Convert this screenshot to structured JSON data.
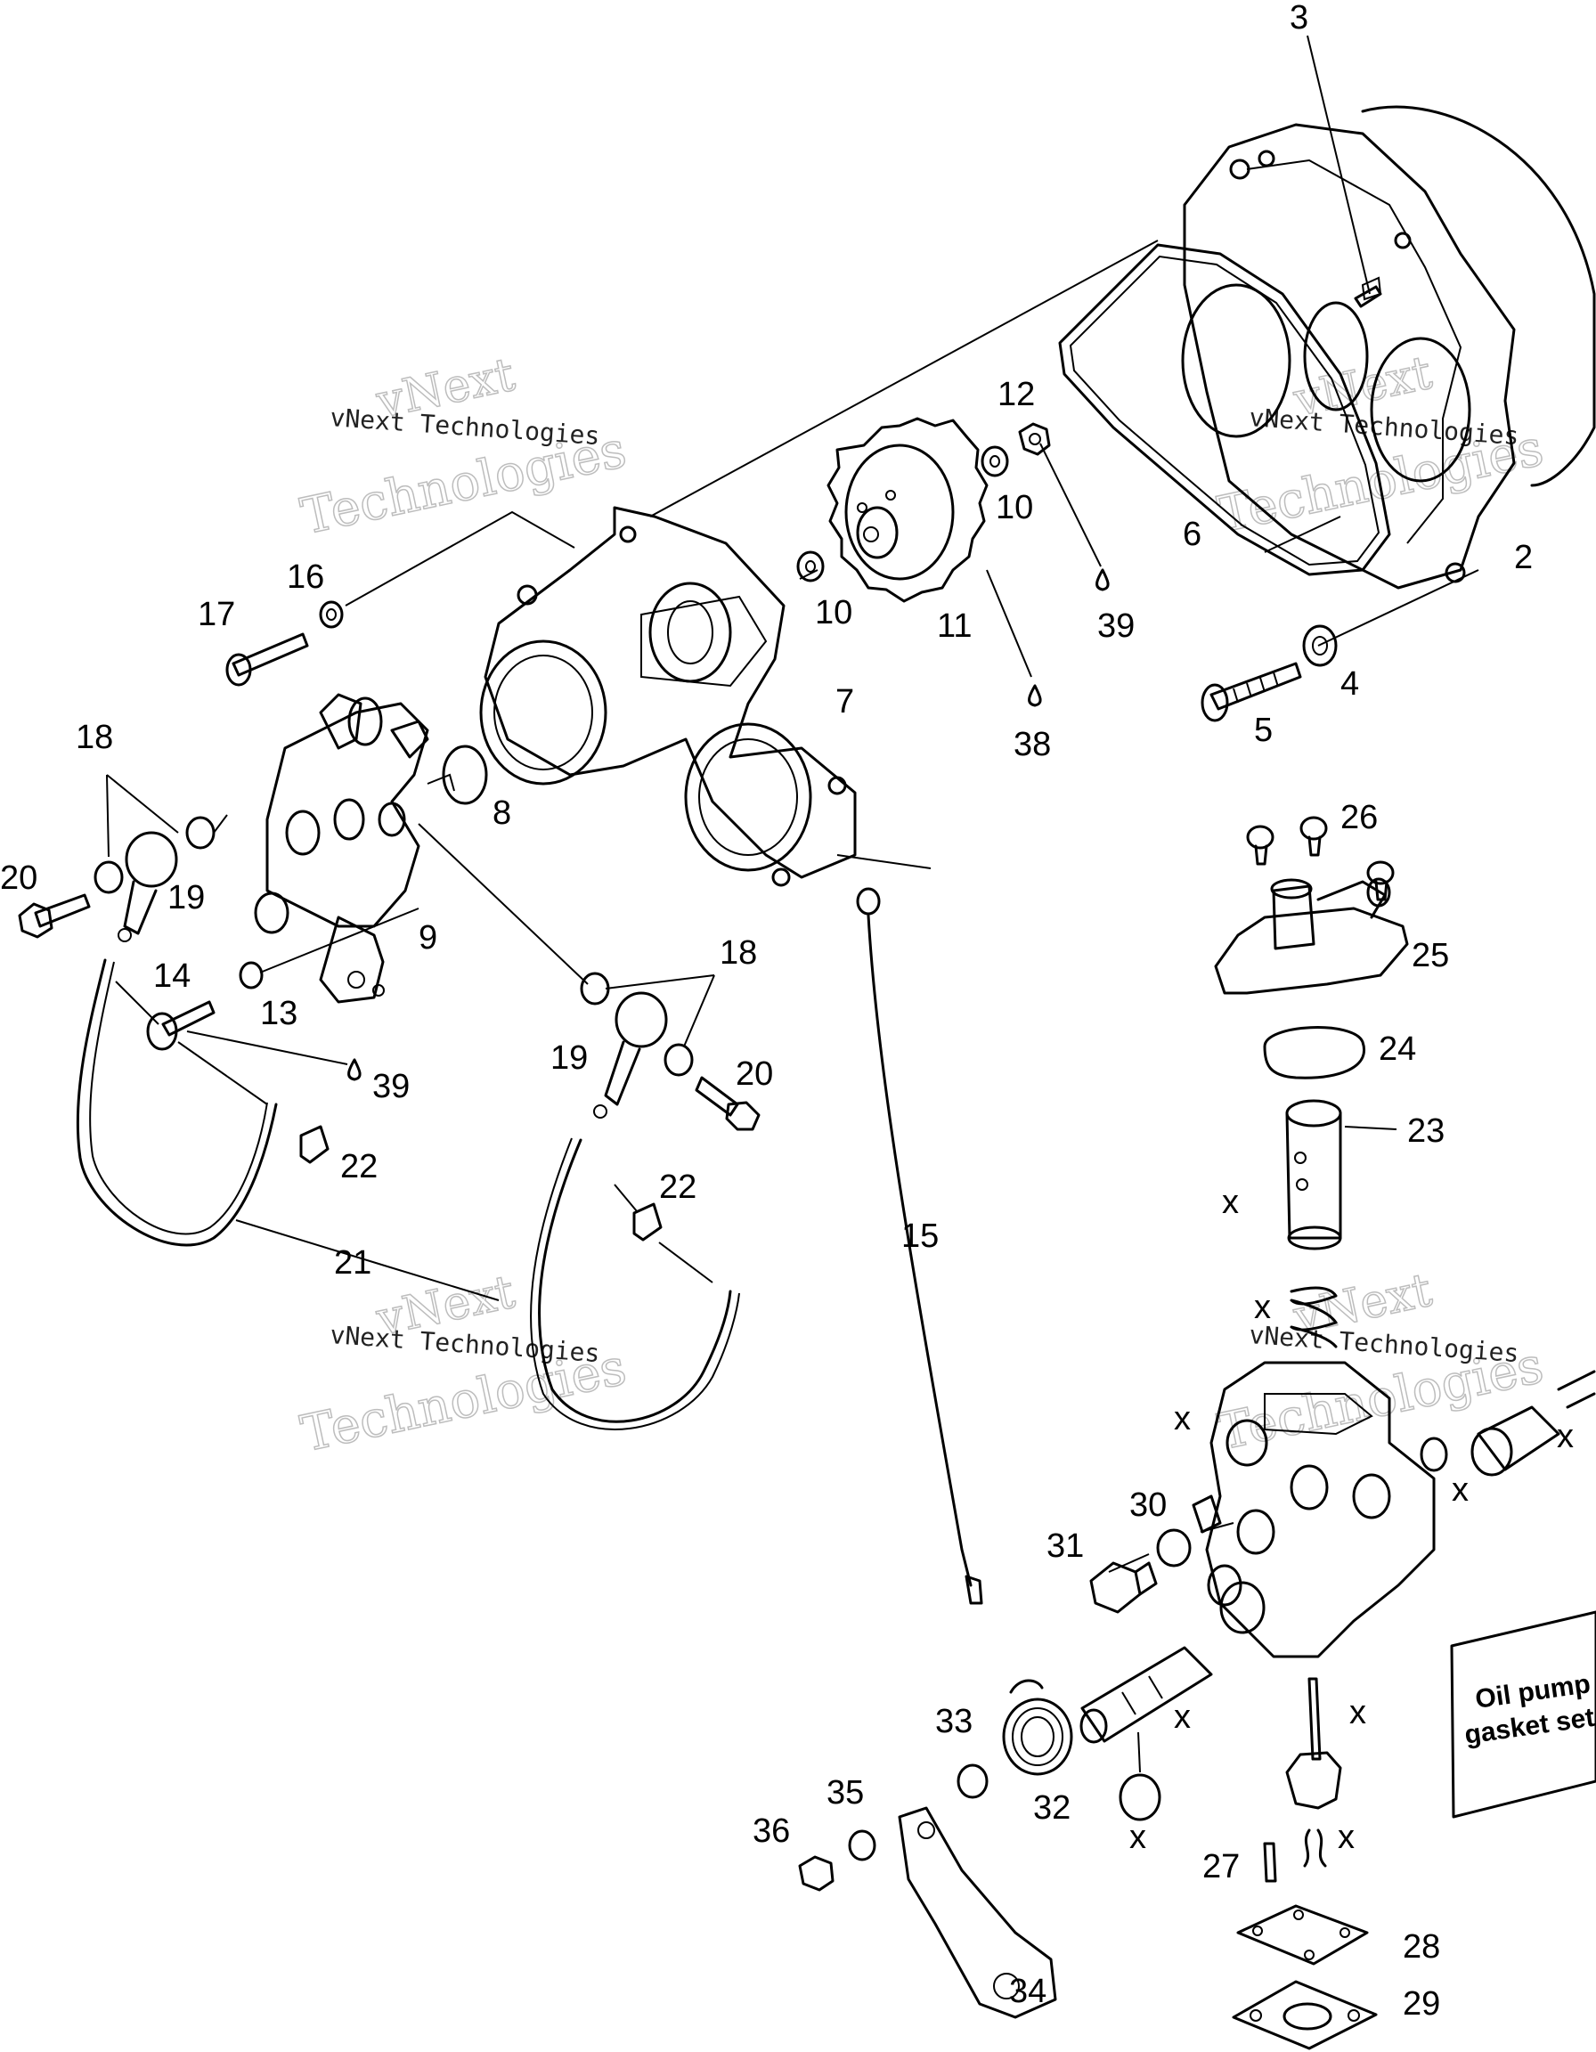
{
  "watermark": {
    "brand_top": "vNext",
    "brand_line": "vNext Technologies",
    "brand_bottom": "Technologies"
  },
  "kit": {
    "line1": "Oil pump",
    "line2": "gasket set"
  },
  "marker": "x",
  "callouts": [
    {
      "id": "2",
      "label": "2"
    },
    {
      "id": "3",
      "label": "3"
    },
    {
      "id": "4",
      "label": "4"
    },
    {
      "id": "5",
      "label": "5"
    },
    {
      "id": "6",
      "label": "6"
    },
    {
      "id": "7",
      "label": "7"
    },
    {
      "id": "8",
      "label": "8"
    },
    {
      "id": "9",
      "label": "9"
    },
    {
      "id": "10a",
      "label": "10"
    },
    {
      "id": "10b",
      "label": "10"
    },
    {
      "id": "11",
      "label": "11"
    },
    {
      "id": "12",
      "label": "12"
    },
    {
      "id": "13",
      "label": "13"
    },
    {
      "id": "14",
      "label": "14"
    },
    {
      "id": "15",
      "label": "15"
    },
    {
      "id": "16",
      "label": "16"
    },
    {
      "id": "17",
      "label": "17"
    },
    {
      "id": "18a",
      "label": "18"
    },
    {
      "id": "18b",
      "label": "18"
    },
    {
      "id": "19a",
      "label": "19"
    },
    {
      "id": "19b",
      "label": "19"
    },
    {
      "id": "20a",
      "label": "20"
    },
    {
      "id": "20b",
      "label": "20"
    },
    {
      "id": "21",
      "label": "21"
    },
    {
      "id": "22a",
      "label": "22"
    },
    {
      "id": "22b",
      "label": "22"
    },
    {
      "id": "23",
      "label": "23"
    },
    {
      "id": "24",
      "label": "24"
    },
    {
      "id": "25",
      "label": "25"
    },
    {
      "id": "26",
      "label": "26"
    },
    {
      "id": "27",
      "label": "27"
    },
    {
      "id": "28",
      "label": "28"
    },
    {
      "id": "29",
      "label": "29"
    },
    {
      "id": "30",
      "label": "30"
    },
    {
      "id": "31",
      "label": "31"
    },
    {
      "id": "32",
      "label": "32"
    },
    {
      "id": "33",
      "label": "33"
    },
    {
      "id": "34",
      "label": "34"
    },
    {
      "id": "35",
      "label": "35"
    },
    {
      "id": "36",
      "label": "36"
    },
    {
      "id": "38",
      "label": "38"
    },
    {
      "id": "39a",
      "label": "39"
    },
    {
      "id": "39b",
      "label": "39"
    }
  ]
}
